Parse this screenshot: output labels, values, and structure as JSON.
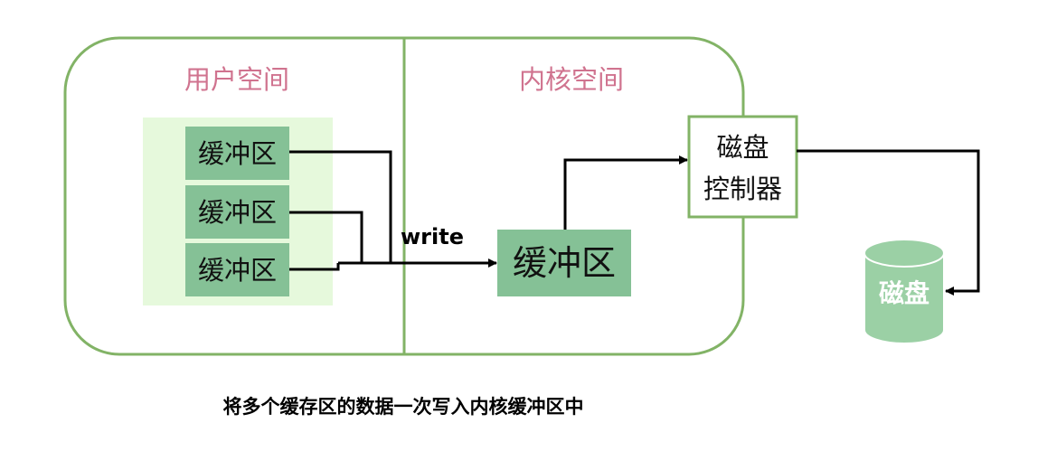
{
  "user_space": {
    "label": "用户空间",
    "buffers": [
      "缓冲区",
      "缓冲区",
      "缓冲区"
    ]
  },
  "kernel_space": {
    "label": "内核空间",
    "buffer": "缓冲区"
  },
  "arrow_label": "write",
  "controller": {
    "line1": "磁盘",
    "line2": "控制器"
  },
  "disk": {
    "label": "磁盘"
  },
  "caption": "将多个缓存区的数据一次写入内核缓冲区中",
  "colors": {
    "container_border": "#82b366",
    "panel_fill": "#e6f9dc",
    "buffer_fill": "#85c196",
    "section_label": "#d0738f",
    "disk_fill": "#9bd0a5",
    "controller_border": "#82b366"
  }
}
